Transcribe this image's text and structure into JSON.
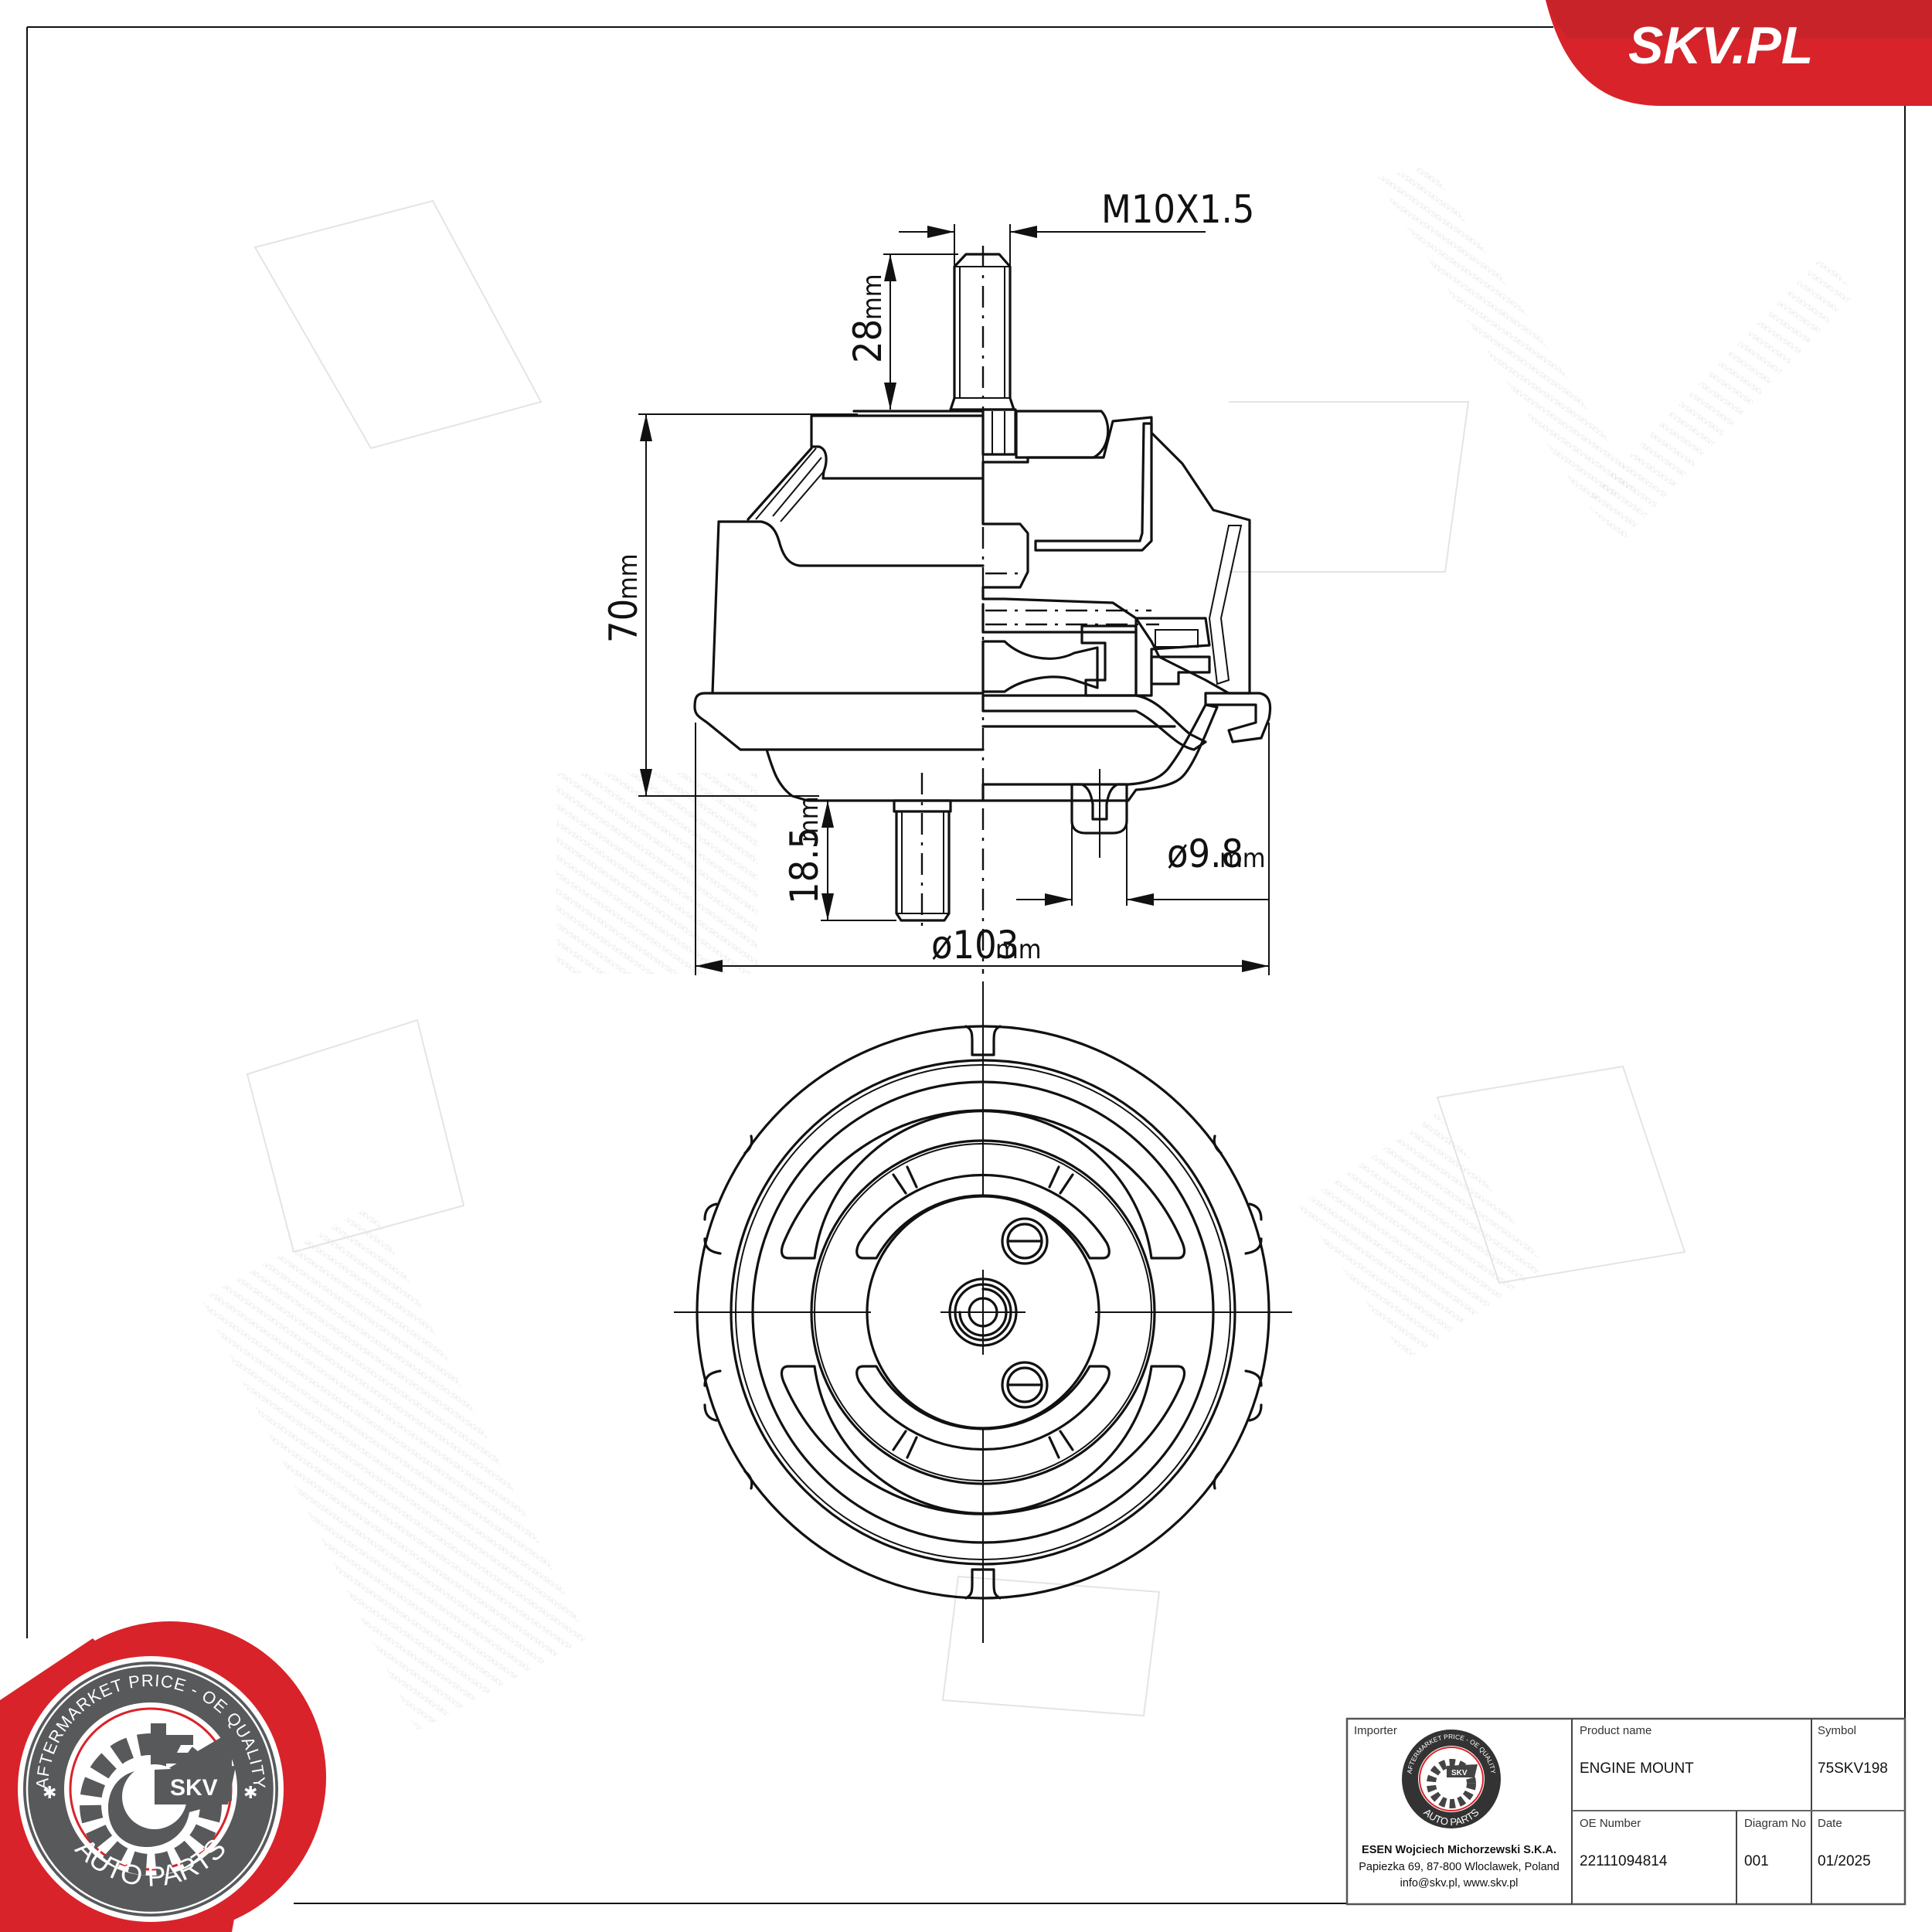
{
  "brand": {
    "site_label": "SKV.PL",
    "badge": {
      "ring_top_text": "AFTERMARKET PRICE - OE QUALITY",
      "ring_bottom_text": "AUTO PARTS",
      "center_text": "SKV"
    },
    "colors": {
      "red": "#d8232a",
      "dark_red": "#b8232d",
      "badge_gray": "#58595b",
      "line": "#111111"
    }
  },
  "drawing": {
    "side_view": {
      "dimensions": {
        "thread": "M10X1.5",
        "upper_stud_length": {
          "value": "28",
          "unit": "mm"
        },
        "total_height": {
          "value": "70",
          "unit": "mm"
        },
        "lower_stud_length": {
          "value": "18.5",
          "unit": "mm"
        },
        "pin_diameter": {
          "value": "ø9.8",
          "unit": "mm"
        },
        "outer_diameter": {
          "value": "ø103",
          "unit": "mm"
        }
      }
    },
    "top_view": {
      "description": "plan view of engine mount with concentric rings, two bolts and center stud"
    }
  },
  "title_block": {
    "importer": {
      "label": "Importer",
      "company": "ESEN Wojciech Michorzewski S.K.A.",
      "address": "Papiezka 69, 87-800 Wloclawek, Poland",
      "contact": "info@skv.pl, www.skv.pl",
      "logo_top_text": "AFTERMARKET PRICE - OE QUALITY",
      "logo_bottom_text": "AUTO PARTS",
      "logo_center_text": "SKV"
    },
    "product_name": {
      "label": "Product name",
      "value": "ENGINE MOUNT"
    },
    "symbol": {
      "label": "Symbol",
      "value": "75SKV198"
    },
    "oe_number": {
      "label": "OE Number",
      "value": "22111094814"
    },
    "diagram_no": {
      "label": "Diagram No",
      "value": "001"
    },
    "date": {
      "label": "Date",
      "value": "01/2025"
    }
  }
}
